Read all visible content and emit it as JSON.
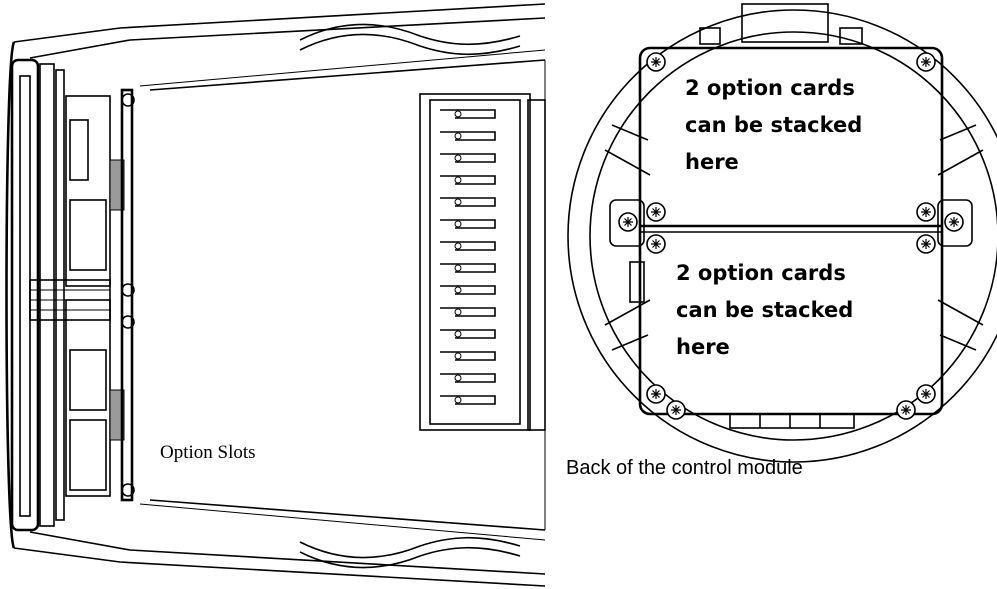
{
  "left_figure": {
    "caption": "Option Slots"
  },
  "right_figure": {
    "caption": "Back of the control module",
    "upper_slot": {
      "lines": [
        "2 option cards",
        "can be stacked",
        "here"
      ]
    },
    "lower_slot": {
      "lines": [
        "2 option cards",
        "can be stacked",
        "here"
      ]
    }
  }
}
